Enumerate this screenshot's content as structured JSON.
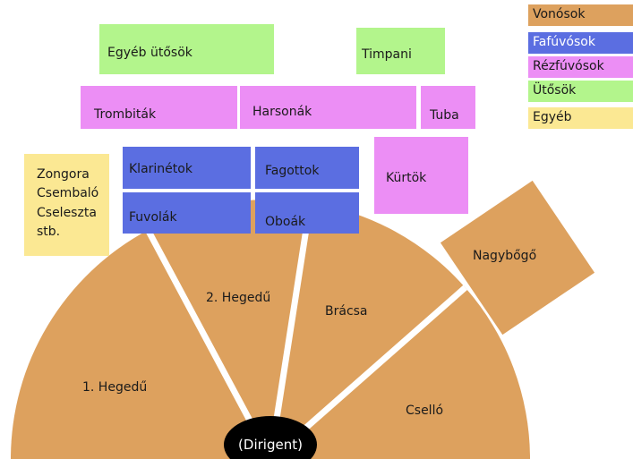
{
  "legend": {
    "strings": "Vonósok",
    "woodwinds": "Fafúvósok",
    "brass": "Rézfúvósok",
    "percussion": "Ütősök",
    "other": "Egyéb"
  },
  "colors": {
    "strings": "#dda15e",
    "woodwinds": "#5b6ee1",
    "brass": "#ec8ef5",
    "percussion": "#b3f58c",
    "other": "#fbe893",
    "conductor": "#000000"
  },
  "sections": {
    "other_percussion": "Egyéb ütősök",
    "timpani": "Timpani",
    "trumpets": "Trombiták",
    "trombones": "Harsonák",
    "tuba": "Tuba",
    "keyboards": [
      "Zongora",
      "Csembaló",
      "Cseleszta",
      "stb."
    ],
    "clarinets": "Klarinétok",
    "bassoons": "Fagottok",
    "horns": "Kürtök",
    "flutes": "Fuvolák",
    "oboes": "Oboák",
    "double_bass": "Nagybőgő",
    "violin1": "1. Hegedű",
    "violin2": "2. Hegedű",
    "viola": "Brácsa",
    "cello": "Cselló",
    "conductor": "(Dirigent)"
  }
}
